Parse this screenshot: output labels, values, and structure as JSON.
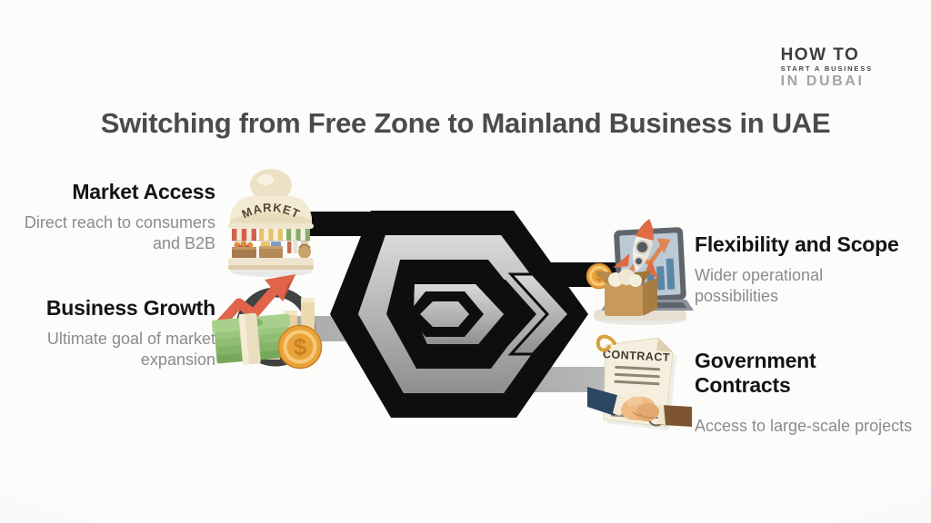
{
  "title": "Switching from Free Zone to Mainland Business in UAE",
  "logo": {
    "line1": "HOW TO",
    "line2": "START A BUSINESS",
    "line3": "IN DUBAI"
  },
  "sections": [
    {
      "title": "Market Access",
      "description": "Direct reach to consumers and B2B",
      "icon": "market-stall-icon"
    },
    {
      "title": "Business Growth",
      "description": "Ultimate goal of market expansion",
      "icon": "money-growth-icon"
    },
    {
      "title": "Flexibility and Scope",
      "description": "Wider operational possibilities",
      "icon": "rocket-laptop-icon"
    },
    {
      "title": "Government Contracts",
      "description": "Access to large-scale projects",
      "icon": "contract-handshake-icon"
    }
  ],
  "icon_text": {
    "market_sign": "MARKET",
    "contract_heading": "CONTRACT",
    "coin_symbol": "$"
  },
  "colors": {
    "background": "#fbfaf9",
    "emblem_black": "#0e0e0e",
    "emblem_silver": "#b3b3b3",
    "title_text": "#4b4b4b",
    "heading_text": "#141414",
    "subtext": "#8b8b8b",
    "accent_orange": "#e0634a",
    "accent_gold": "#eaa33b"
  }
}
